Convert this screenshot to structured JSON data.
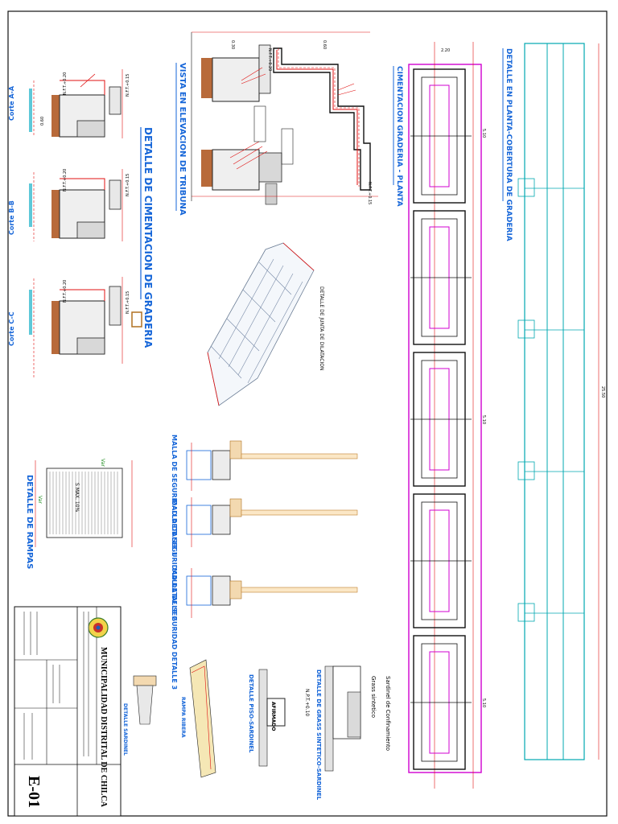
{
  "sheet": {
    "sheet_code": "E-01",
    "institution": "MUNICIPALIDAD DISTRITAL DE CHILCA"
  },
  "titles": {
    "cimentacion_graderia": "DETALLE DE CIMENTACION DE GRADERIA",
    "vista_elevacion": "VISTA EN ELEVACION DE TRIBUNA",
    "planta": "CIMENTACION GRADERIA - PLANTA",
    "cobertura": "DETALLE EN PLANTA-COBERTURA DE GRADERIA",
    "rampas": "DETALLE DE RAMPAS",
    "malla_1": "MALLA DE SEGURIDAD DETALLE 1",
    "malla_2": "MALLA DE SEGURIDAD DETALLE 2",
    "malla_3": "MALLA DE SEGURIDAD DETALLE 3",
    "piso_sardinel": "DETALLE PISO-SARDINEL",
    "grass_sardinel": "DETALLE DE GRASS SINTETICO-SARDINEL",
    "rampa_ribera": "RAMPA RIBERA",
    "detalle_sardinel": "DETALLE SARDINEL"
  },
  "sections": {
    "corte_a": "Corte A-A",
    "corte_b": "Corte B-B",
    "corte_c": "Corte C-C"
  },
  "notes": {
    "junta": "DETALLE DE JUNTA DE DILATACION",
    "s_max": "S MAX. 10%",
    "var": "Var",
    "afirmado": "AFIRMADO",
    "grass": "Grass sintetico",
    "sardinel_conf": "Sardinel de Confinamiento"
  },
  "levels": {
    "nft_1": "N.F.T.+0.20",
    "nft_2": "N.F.T.+0.15",
    "npt": "N.P.T.+0.10"
  },
  "dimensions": {
    "span": "5.10",
    "width": "2.20",
    "total": "25.50",
    "h1": "0.60",
    "h2": "0.30"
  },
  "colors": {
    "line": "#111111",
    "rebar": "#e01010",
    "magenta": "#d000d0",
    "cyan": "#00a8b0",
    "title": "#1565d8"
  }
}
